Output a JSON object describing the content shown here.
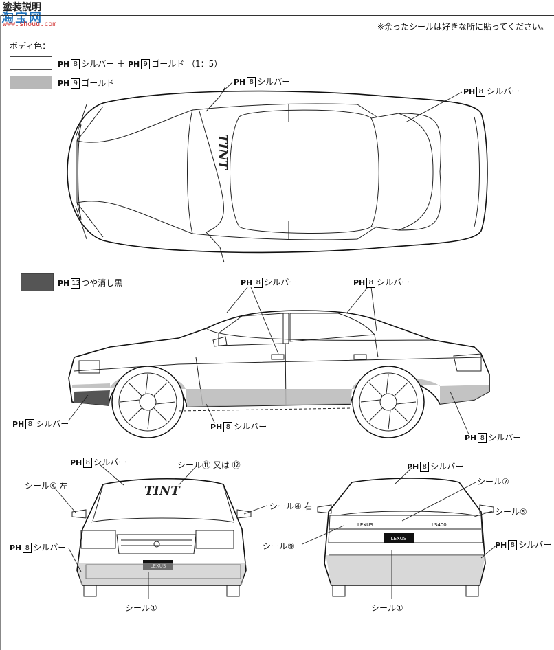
{
  "header": {
    "title": "塗装説明",
    "watermark_main": "淘宝网",
    "watermark_url": "www.shouu.com"
  },
  "note": "※余ったシールは好きな所に貼ってください。",
  "body_color_title": "ボディ色：",
  "paint_codes": {
    "prefix": "PH",
    "silver": "8",
    "gold": "9",
    "black": "12"
  },
  "legend": [
    {
      "text": "シルバー ＋",
      "text2": "ゴールド （1：5）",
      "color": "#ffffff"
    },
    {
      "text": "ゴールド",
      "color": "#b8b8b8"
    },
    {
      "text": "つや消し黒",
      "color": "#555555"
    }
  ],
  "labels": {
    "silver": "シルバー",
    "seal1": "シール①",
    "seal4_left": "シール④ 左",
    "seal4_right": "シール④ 右",
    "seal5": "シール⑤",
    "seal7": "シール⑦",
    "seal9": "シール⑨",
    "seal11or12": "シール⑪ 又は ⑫"
  },
  "car_text": {
    "brand": "LEXUS",
    "badge_left": "LEXUS",
    "badge_right": "LS400",
    "windshield": "TINT"
  },
  "colors": {
    "gold": "#b8b8b8",
    "black": "#555555",
    "line": "#222222"
  }
}
